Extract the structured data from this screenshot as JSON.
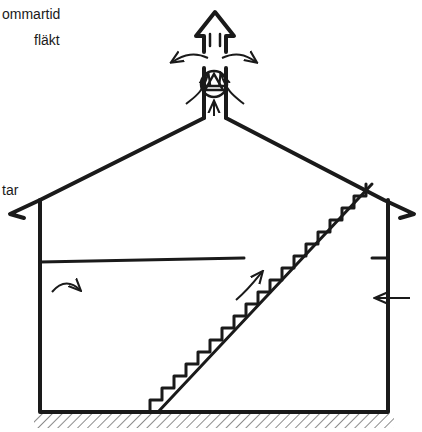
{
  "diagram": {
    "labels": [
      "ommartid",
      "fläkt",
      "tar"
    ]
  }
}
